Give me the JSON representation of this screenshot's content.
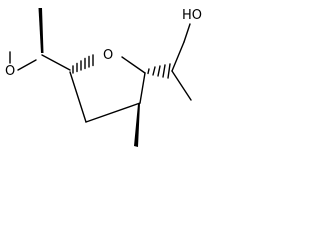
{
  "structure": {
    "atom_labels": {
      "hydroxyl": "HO",
      "methoxy_oxygen": "O",
      "ring_oxygen": "O"
    },
    "colors": {
      "ink": "#000000",
      "background": "#ffffff"
    }
  }
}
